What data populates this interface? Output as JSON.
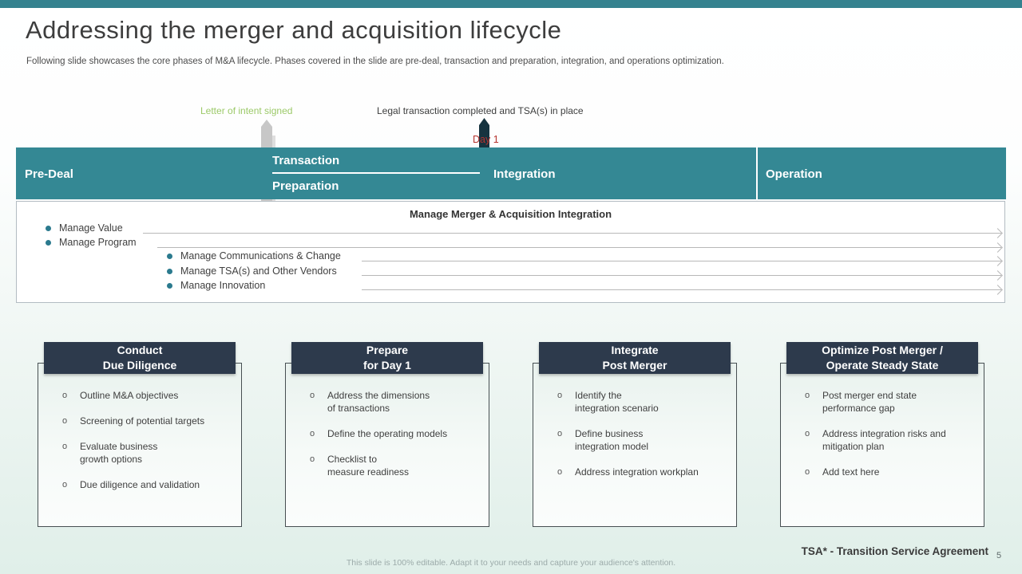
{
  "slide": {
    "title": "Addressing the merger and acquisition lifecycle",
    "subtitle": "Following slide showcases the core phases of M&A lifecycle. Phases covered in the slide are pre-deal, transaction and preparation, integration, and operations optimization.",
    "footnote": "TSA* - Transition Service Agreement",
    "editable_note": "This slide is 100% editable. Adapt it to your needs and capture your audience's attention.",
    "page_number": "5"
  },
  "colors": {
    "teal_bar": "#348894",
    "top_strip": "#35828f",
    "card_header_navy": "#2d3a4c",
    "milestone_green": "#9cc968",
    "day1_red": "#b5332e",
    "dark_marker": "#16333f",
    "gray_marker": "#c7c7c7"
  },
  "timeline": {
    "loi_label": "Letter of intent signed",
    "legal_label": "Legal transaction completed and TSA(s) in place",
    "day_label": "Day 1",
    "phases": {
      "pre_deal": "Pre-Deal",
      "transaction": "Transaction",
      "preparation": "Preparation",
      "integration": "Integration",
      "operation": "Operation"
    }
  },
  "manage_box": {
    "title": "Manage Merger & Acquisition Integration",
    "items": [
      "Manage Value",
      "Manage Program",
      "Manage Communications & Change",
      "Manage TSA(s) and Other Vendors",
      "Manage Innovation"
    ]
  },
  "cards": [
    {
      "header": "Conduct\nDue Diligence",
      "items": [
        "Outline M&A objectives",
        "Screening of potential targets",
        "Evaluate business\ngrowth options",
        "Due diligence and validation"
      ]
    },
    {
      "header": "Prepare\nfor Day 1",
      "items": [
        "Address the dimensions\nof transactions",
        "Define the operating models",
        "Checklist to\nmeasure readiness"
      ]
    },
    {
      "header": "Integrate\nPost Merger",
      "items": [
        "Identify the\nintegration scenario",
        "Define business\nintegration model",
        "Address integration workplan"
      ]
    },
    {
      "header": "Optimize Post Merger /\nOperate Steady State",
      "items": [
        "Post merger end state\nperformance gap",
        "Address integration risks and\nmitigation plan",
        "Add text here"
      ]
    }
  ]
}
